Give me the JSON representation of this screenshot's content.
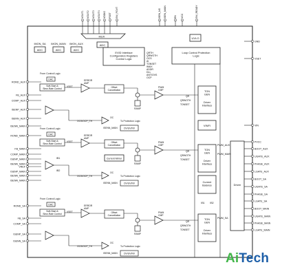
{
  "top_pins": [
    "VOUT1",
    "VOUT2",
    "VOUT3",
    "VOUT4",
    "VDDIO",
    "FSET",
    "SW_POVT",
    "ISEN_NS",
    "ISEN_MAIN",
    "EN",
    "VCC",
    "SW_READY"
  ],
  "left_pins": [
    "ROND_AUX",
    "FB_AUX",
    "COMP_AUX",
    "ISENP_AUX",
    "ISENN_AUX",
    "ISENN_MAIN",
    "ROND_MAIN",
    "FB_MAIN",
    "COMP_MAIN",
    "ISENP_MAIN",
    "ISENN_MAIN",
    "VREF",
    "ISENP_MAIN",
    "ISENN_MAIN",
    "ISENN_MAIN",
    "ROND_SA",
    "FB_SA",
    "COMP_SA",
    "ISENP_SA",
    "ISENN_SA"
  ],
  "right_pins": [
    "GND",
    "VSET",
    "VIN",
    "PVCC",
    "BOOT_AUX",
    "UGATE_AUX",
    "PHASE_AUX",
    "LGATE_AUX",
    "BOOT_SA",
    "UGATE_SA",
    "PHASE_SA",
    "LGATE_SA",
    "BOOT_MAIN",
    "UGATE_MAIN",
    "PHASE_MAIN",
    "LGATE_MAIN"
  ],
  "blocks": {
    "mux": "MUX",
    "uvlo": "UVLO",
    "evid": "EVID Interface\nConfiguration Registers\nControl Logic",
    "loop": "Loop Control Protection\nLogic",
    "vinfi": "VINFI",
    "driver": "Driver",
    "current_balance": "Current\nBalance",
    "current_mirror": "Current Mirror",
    "offset": "Offset\nCancellation",
    "ton": "TON\nGEN",
    "driver_if": "Driver\nInterface",
    "soft_start": "Soft-Start &\nSlew-Rate Control",
    "dac": "DAC",
    "ovuv": "OV/UV/NV",
    "adc": "ADC"
  },
  "labels": {
    "from_control_logic": "From Control Logic",
    "to_protection_logic": "To Protection Logic",
    "error_amp": "ERROR\nAMP",
    "pwm_cmp": "PWM\nCMP",
    "ramp": "RAMP",
    "vset": "VSET",
    "oc": "OC",
    "ocs_ocp": "OCS/OCP_TH",
    "isen_main_text": "ISENN_MAIN",
    "isen_aux_text": "IMON_AUX",
    "isen_sa_text": "IMON_SA",
    "qrth": "QR",
    "qrwoth": "QRWOTH",
    "tonset": "TONSET",
    "pwm_aux": "PWM_AUX",
    "pwm_main": "PWM_MAIN",
    "pwm_sa": "PWM_SA",
    "ib1": "IB1",
    "ib2": "IB2",
    "imon_sa": "IMON_SA",
    "imon_main": "IMON_MAIN",
    "imon_aux": "IMON_AUX",
    "qrth_top": "QRTH\nQRWOTH\nOCS\nAI\nTONSET\nIMAX\nADDR\nDLL\nANTIOVS\nOCP"
  },
  "watermark": {
    "ai": "Ai",
    "tech": "Tech"
  },
  "colors": {
    "line": "#222222",
    "box": "#111111",
    "bg": "#ffffff",
    "wm_green": "#41b649",
    "wm_blue": "#1d5fa8"
  }
}
